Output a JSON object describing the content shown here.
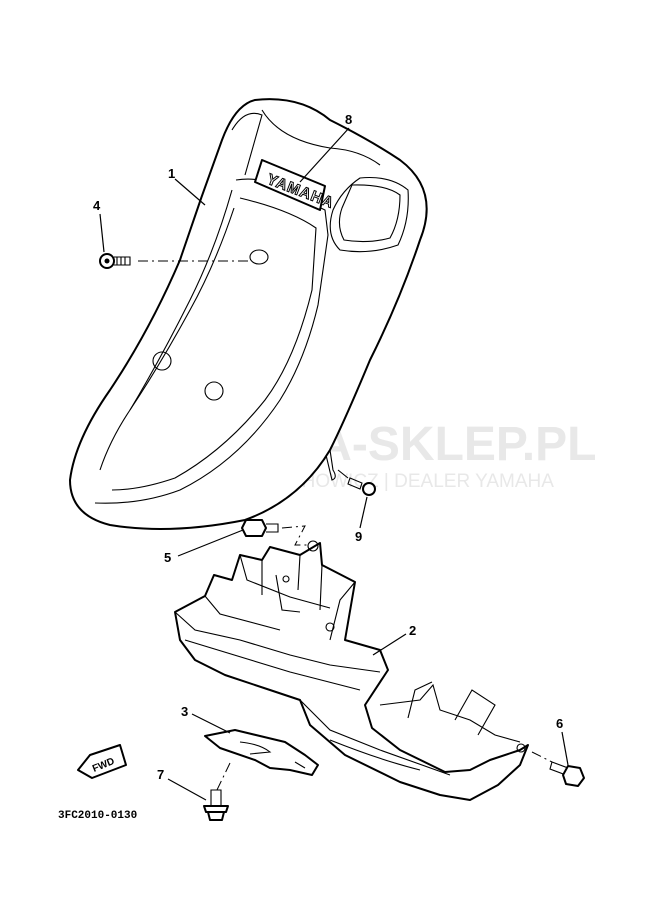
{
  "diagram": {
    "code": "3FC2010-0130",
    "brand_lettering": "YAMAHA",
    "arrow_label": "FWD",
    "watermark": {
      "title": "YAMA-SKLEP.PL",
      "subtitle": "WOJCIECHOWICZ | DEALER YAMAHA",
      "logo_icon": "watermark-logo-icon",
      "color": "#e6e6e6",
      "logo_color": "#f2b8b8"
    },
    "callouts": [
      "1",
      "2",
      "3",
      "4",
      "5",
      "6",
      "7",
      "8",
      "9"
    ]
  }
}
